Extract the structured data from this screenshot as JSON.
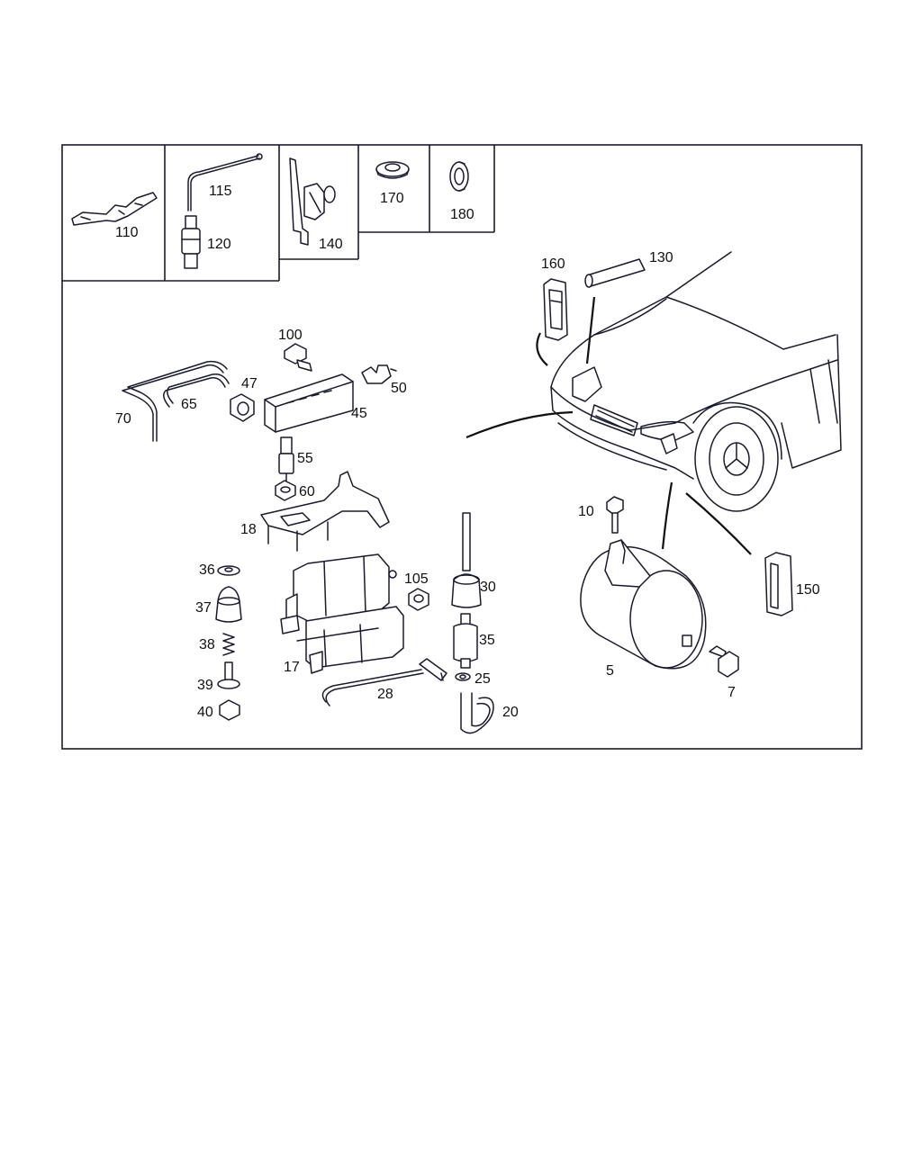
{
  "labels": {
    "p110": "110",
    "p115": "115",
    "p120": "120",
    "p140": "140",
    "p170": "170",
    "p180": "180",
    "p160": "160",
    "p130": "130",
    "p100": "100",
    "p47": "47",
    "p50": "50",
    "p70": "70",
    "p65": "65",
    "p45": "45",
    "p55": "55",
    "p60": "60",
    "p18": "18",
    "p36": "36",
    "p37": "37",
    "p38": "38",
    "p39": "39",
    "p40": "40",
    "p105": "105",
    "p17": "17",
    "p28": "28",
    "p30": "30",
    "p35": "35",
    "p25": "25",
    "p20": "20",
    "p10": "10",
    "p5": "5",
    "p7": "7",
    "p150": "150"
  }
}
